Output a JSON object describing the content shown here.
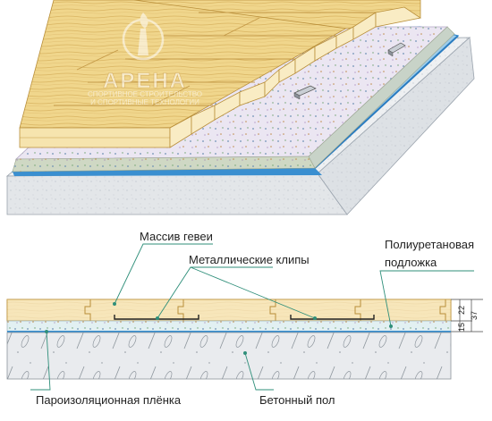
{
  "logo": {
    "name": "АРЕНА",
    "tagline_line1": "СПОРТИВНОЕ СТРОИТЕЛЬСТВО",
    "tagline_line2": "И СПОРТИВНЫЕ ТЕХНОЛОГИИ"
  },
  "labels": {
    "solid_wood": "Массив гевеи",
    "metal_clips": "Металлические клипы",
    "underlay_line1": "Полиуретановая",
    "underlay_line2": "подложка",
    "vapor_film": "Пароизоляционная плёнка",
    "concrete": "Бетонный пол"
  },
  "dimensions": {
    "board": "22",
    "underlay": "15",
    "total": "37"
  },
  "colors": {
    "wood": "#f0d68c",
    "wood_dark": "#c9a24c",
    "underlay": "#ebe6f2",
    "film": "#3a8fd0",
    "concrete": "#eef0f2",
    "leader": "#2f8f7a"
  }
}
